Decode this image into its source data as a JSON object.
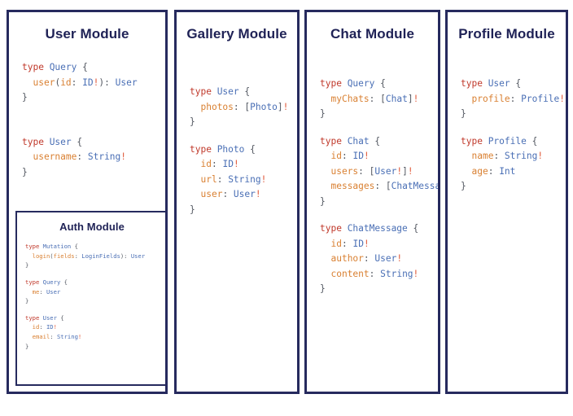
{
  "canvas": {
    "background": "#ffffff",
    "border_color": "#262a5e",
    "title_color": "#1f2256"
  },
  "palette": {
    "keyword": "#c0392b",
    "type_name": "#4a6fb5",
    "field_name": "#d98032",
    "punctuation": "#555a63",
    "non_null": "#e05a3a"
  },
  "modules": {
    "user": {
      "title": "User Module",
      "code": [
        {
          "id": "query",
          "lines": [
            [
              {
                "t": "type ",
                "c": "kw"
              },
              {
                "t": "Query",
                "c": "tn"
              },
              {
                "t": " {",
                "c": "pun"
              }
            ],
            [
              {
                "t": "  ",
                "c": "pun"
              },
              {
                "t": "user",
                "c": "fld"
              },
              {
                "t": "(",
                "c": "pun"
              },
              {
                "t": "id",
                "c": "fld"
              },
              {
                "t": ": ",
                "c": "pun"
              },
              {
                "t": "ID",
                "c": "tn"
              },
              {
                "t": "!",
                "c": "bang"
              },
              {
                "t": "): ",
                "c": "pun"
              },
              {
                "t": "User",
                "c": "tn"
              }
            ],
            [
              {
                "t": "}",
                "c": "pun"
              }
            ]
          ]
        },
        {
          "id": "user",
          "lines": [
            [
              {
                "t": "type ",
                "c": "kw"
              },
              {
                "t": "User",
                "c": "tn"
              },
              {
                "t": " {",
                "c": "pun"
              }
            ],
            [
              {
                "t": "  ",
                "c": "pun"
              },
              {
                "t": "username",
                "c": "fld"
              },
              {
                "t": ": ",
                "c": "pun"
              },
              {
                "t": "String",
                "c": "tn"
              },
              {
                "t": "!",
                "c": "bang"
              }
            ],
            [
              {
                "t": "}",
                "c": "pun"
              }
            ]
          ]
        }
      ]
    },
    "auth": {
      "title": "Auth Module",
      "code": [
        {
          "id": "mutation",
          "lines": [
            [
              {
                "t": "type ",
                "c": "kw"
              },
              {
                "t": "Mutation",
                "c": "tn"
              },
              {
                "t": " {",
                "c": "pun"
              }
            ],
            [
              {
                "t": "  ",
                "c": "pun"
              },
              {
                "t": "login",
                "c": "fld"
              },
              {
                "t": "(",
                "c": "pun"
              },
              {
                "t": "fields",
                "c": "fld"
              },
              {
                "t": ": ",
                "c": "pun"
              },
              {
                "t": "LoginFields",
                "c": "tn"
              },
              {
                "t": "): ",
                "c": "pun"
              },
              {
                "t": "User",
                "c": "tn"
              }
            ],
            [
              {
                "t": "}",
                "c": "pun"
              }
            ]
          ]
        },
        {
          "id": "query",
          "lines": [
            [
              {
                "t": "type ",
                "c": "kw"
              },
              {
                "t": "Query",
                "c": "tn"
              },
              {
                "t": " {",
                "c": "pun"
              }
            ],
            [
              {
                "t": "  ",
                "c": "pun"
              },
              {
                "t": "me",
                "c": "fld"
              },
              {
                "t": ": ",
                "c": "pun"
              },
              {
                "t": "User",
                "c": "tn"
              }
            ],
            [
              {
                "t": "}",
                "c": "pun"
              }
            ]
          ]
        },
        {
          "id": "user",
          "lines": [
            [
              {
                "t": "type ",
                "c": "kw"
              },
              {
                "t": "User",
                "c": "tn"
              },
              {
                "t": " {",
                "c": "pun"
              }
            ],
            [
              {
                "t": "  ",
                "c": "pun"
              },
              {
                "t": "id",
                "c": "fld"
              },
              {
                "t": ": ",
                "c": "pun"
              },
              {
                "t": "ID",
                "c": "tn"
              },
              {
                "t": "!",
                "c": "bang"
              }
            ],
            [
              {
                "t": "  ",
                "c": "pun"
              },
              {
                "t": "email",
                "c": "fld"
              },
              {
                "t": ": ",
                "c": "pun"
              },
              {
                "t": "String",
                "c": "tn"
              },
              {
                "t": "!",
                "c": "bang"
              }
            ],
            [
              {
                "t": "}",
                "c": "pun"
              }
            ]
          ]
        }
      ]
    },
    "gallery": {
      "title": "Gallery Module",
      "code": [
        {
          "id": "user",
          "lines": [
            [
              {
                "t": "type ",
                "c": "kw"
              },
              {
                "t": "User",
                "c": "tn"
              },
              {
                "t": " {",
                "c": "pun"
              }
            ],
            [
              {
                "t": "  ",
                "c": "pun"
              },
              {
                "t": "photos",
                "c": "fld"
              },
              {
                "t": ": [",
                "c": "pun"
              },
              {
                "t": "Photo",
                "c": "tn"
              },
              {
                "t": "]",
                "c": "pun"
              },
              {
                "t": "!",
                "c": "bang"
              }
            ],
            [
              {
                "t": "}",
                "c": "pun"
              }
            ]
          ]
        },
        {
          "id": "photo",
          "lines": [
            [
              {
                "t": "type ",
                "c": "kw"
              },
              {
                "t": "Photo",
                "c": "tn"
              },
              {
                "t": " {",
                "c": "pun"
              }
            ],
            [
              {
                "t": "  ",
                "c": "pun"
              },
              {
                "t": "id",
                "c": "fld"
              },
              {
                "t": ": ",
                "c": "pun"
              },
              {
                "t": "ID",
                "c": "tn"
              },
              {
                "t": "!",
                "c": "bang"
              }
            ],
            [
              {
                "t": "  ",
                "c": "pun"
              },
              {
                "t": "url",
                "c": "fld"
              },
              {
                "t": ": ",
                "c": "pun"
              },
              {
                "t": "String",
                "c": "tn"
              },
              {
                "t": "!",
                "c": "bang"
              }
            ],
            [
              {
                "t": "  ",
                "c": "pun"
              },
              {
                "t": "user",
                "c": "fld"
              },
              {
                "t": ": ",
                "c": "pun"
              },
              {
                "t": "User",
                "c": "tn"
              },
              {
                "t": "!",
                "c": "bang"
              }
            ],
            [
              {
                "t": "}",
                "c": "pun"
              }
            ]
          ]
        }
      ]
    },
    "chat": {
      "title": "Chat Module",
      "code": [
        {
          "id": "query",
          "lines": [
            [
              {
                "t": "type ",
                "c": "kw"
              },
              {
                "t": "Query",
                "c": "tn"
              },
              {
                "t": " {",
                "c": "pun"
              }
            ],
            [
              {
                "t": "  ",
                "c": "pun"
              },
              {
                "t": "myChats",
                "c": "fld"
              },
              {
                "t": ": [",
                "c": "pun"
              },
              {
                "t": "Chat",
                "c": "tn"
              },
              {
                "t": "]",
                "c": "pun"
              },
              {
                "t": "!",
                "c": "bang"
              }
            ],
            [
              {
                "t": "}",
                "c": "pun"
              }
            ]
          ]
        },
        {
          "id": "chat",
          "lines": [
            [
              {
                "t": "type ",
                "c": "kw"
              },
              {
                "t": "Chat",
                "c": "tn"
              },
              {
                "t": " {",
                "c": "pun"
              }
            ],
            [
              {
                "t": "  ",
                "c": "pun"
              },
              {
                "t": "id",
                "c": "fld"
              },
              {
                "t": ": ",
                "c": "pun"
              },
              {
                "t": "ID",
                "c": "tn"
              },
              {
                "t": "!",
                "c": "bang"
              }
            ],
            [
              {
                "t": "  ",
                "c": "pun"
              },
              {
                "t": "users",
                "c": "fld"
              },
              {
                "t": ": [",
                "c": "pun"
              },
              {
                "t": "User",
                "c": "tn"
              },
              {
                "t": "!",
                "c": "bang"
              },
              {
                "t": "]",
                "c": "pun"
              },
              {
                "t": "!",
                "c": "bang"
              }
            ],
            [
              {
                "t": "  ",
                "c": "pun"
              },
              {
                "t": "messages",
                "c": "fld"
              },
              {
                "t": ": [",
                "c": "pun"
              },
              {
                "t": "ChatMessage",
                "c": "tn"
              },
              {
                "t": "]",
                "c": "pun"
              },
              {
                "t": "!",
                "c": "bang"
              }
            ],
            [
              {
                "t": "}",
                "c": "pun"
              }
            ]
          ]
        },
        {
          "id": "chatmessage",
          "lines": [
            [
              {
                "t": "type ",
                "c": "kw"
              },
              {
                "t": "ChatMessage",
                "c": "tn"
              },
              {
                "t": " {",
                "c": "pun"
              }
            ],
            [
              {
                "t": "  ",
                "c": "pun"
              },
              {
                "t": "id",
                "c": "fld"
              },
              {
                "t": ": ",
                "c": "pun"
              },
              {
                "t": "ID",
                "c": "tn"
              },
              {
                "t": "!",
                "c": "bang"
              }
            ],
            [
              {
                "t": "  ",
                "c": "pun"
              },
              {
                "t": "author",
                "c": "fld"
              },
              {
                "t": ": ",
                "c": "pun"
              },
              {
                "t": "User",
                "c": "tn"
              },
              {
                "t": "!",
                "c": "bang"
              }
            ],
            [
              {
                "t": "  ",
                "c": "pun"
              },
              {
                "t": "content",
                "c": "fld"
              },
              {
                "t": ": ",
                "c": "pun"
              },
              {
                "t": "String",
                "c": "tn"
              },
              {
                "t": "!",
                "c": "bang"
              }
            ],
            [
              {
                "t": "}",
                "c": "pun"
              }
            ]
          ]
        }
      ]
    },
    "profile": {
      "title": "Profile Module",
      "code": [
        {
          "id": "user",
          "lines": [
            [
              {
                "t": "type ",
                "c": "kw"
              },
              {
                "t": "User",
                "c": "tn"
              },
              {
                "t": " {",
                "c": "pun"
              }
            ],
            [
              {
                "t": "  ",
                "c": "pun"
              },
              {
                "t": "profile",
                "c": "fld"
              },
              {
                "t": ": ",
                "c": "pun"
              },
              {
                "t": "Profile",
                "c": "tn"
              },
              {
                "t": "!",
                "c": "bang"
              }
            ],
            [
              {
                "t": "}",
                "c": "pun"
              }
            ]
          ]
        },
        {
          "id": "profile",
          "lines": [
            [
              {
                "t": "type ",
                "c": "kw"
              },
              {
                "t": "Profile",
                "c": "tn"
              },
              {
                "t": " {",
                "c": "pun"
              }
            ],
            [
              {
                "t": "  ",
                "c": "pun"
              },
              {
                "t": "name",
                "c": "fld"
              },
              {
                "t": ": ",
                "c": "pun"
              },
              {
                "t": "String",
                "c": "tn"
              },
              {
                "t": "!",
                "c": "bang"
              }
            ],
            [
              {
                "t": "  ",
                "c": "pun"
              },
              {
                "t": "age",
                "c": "fld"
              },
              {
                "t": ": ",
                "c": "pun"
              },
              {
                "t": "Int",
                "c": "tn"
              }
            ],
            [
              {
                "t": "}",
                "c": "pun"
              }
            ]
          ]
        }
      ]
    }
  }
}
